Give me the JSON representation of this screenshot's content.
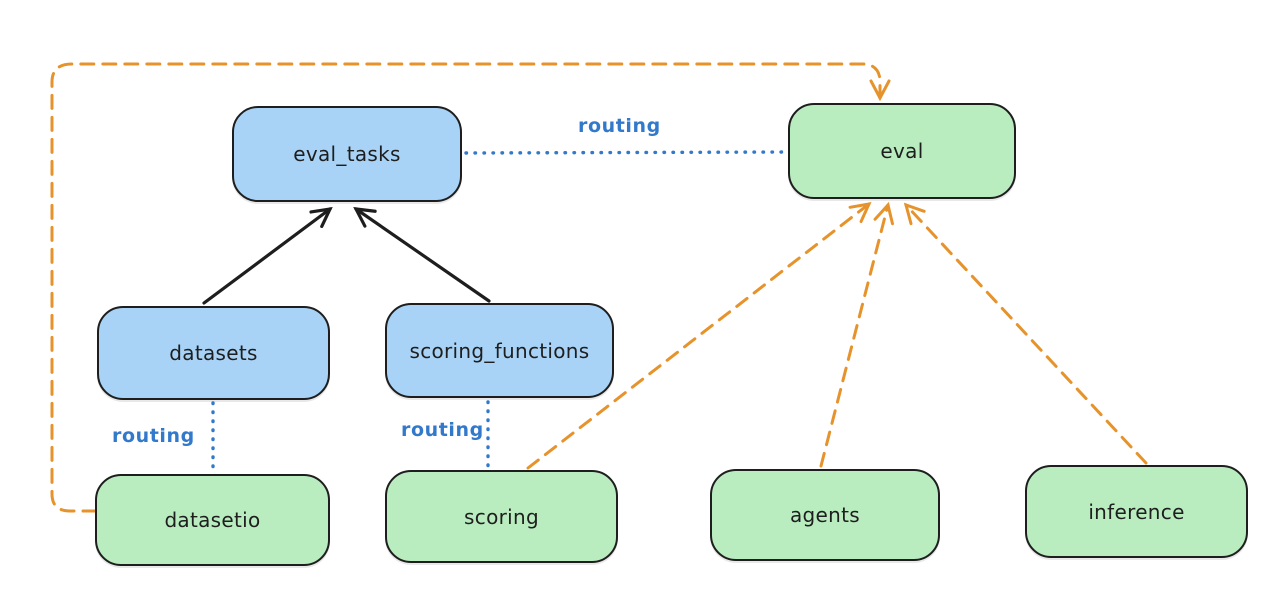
{
  "diagram": {
    "nodes": [
      {
        "id": "eval_tasks",
        "label": "eval_tasks",
        "fill": "blue"
      },
      {
        "id": "eval",
        "label": "eval",
        "fill": "green"
      },
      {
        "id": "datasets",
        "label": "datasets",
        "fill": "blue"
      },
      {
        "id": "scoring_functions",
        "label": "scoring_functions",
        "fill": "blue"
      },
      {
        "id": "datasetio",
        "label": "datasetio",
        "fill": "green"
      },
      {
        "id": "scoring",
        "label": "scoring",
        "fill": "green"
      },
      {
        "id": "agents",
        "label": "agents",
        "fill": "green"
      },
      {
        "id": "inference",
        "label": "inference",
        "fill": "green"
      }
    ],
    "edges": [
      {
        "from": "datasets",
        "to": "eval_tasks",
        "style": "solid",
        "color": "black"
      },
      {
        "from": "scoring_functions",
        "to": "eval_tasks",
        "style": "solid",
        "color": "black"
      },
      {
        "from": "eval_tasks",
        "to": "eval",
        "style": "dotted",
        "color": "blue",
        "label": "routing"
      },
      {
        "from": "datasets",
        "to": "datasetio",
        "style": "dotted",
        "color": "blue",
        "label": "routing"
      },
      {
        "from": "scoring_functions",
        "to": "scoring",
        "style": "dotted",
        "color": "blue",
        "label": "routing"
      },
      {
        "from": "datasetio",
        "to": "eval",
        "style": "dashed",
        "color": "orange"
      },
      {
        "from": "scoring",
        "to": "eval",
        "style": "dashed",
        "color": "orange"
      },
      {
        "from": "agents",
        "to": "eval",
        "style": "dashed",
        "color": "orange"
      },
      {
        "from": "inference",
        "to": "eval",
        "style": "dashed",
        "color": "orange"
      }
    ],
    "colors": {
      "blue_fill": "#a8d3f6",
      "green_fill": "#b9edc0",
      "node_stroke": "#1e1e1e",
      "routing_blue": "#3379cb",
      "orange": "#e6932c",
      "background": "#ffffff"
    }
  }
}
